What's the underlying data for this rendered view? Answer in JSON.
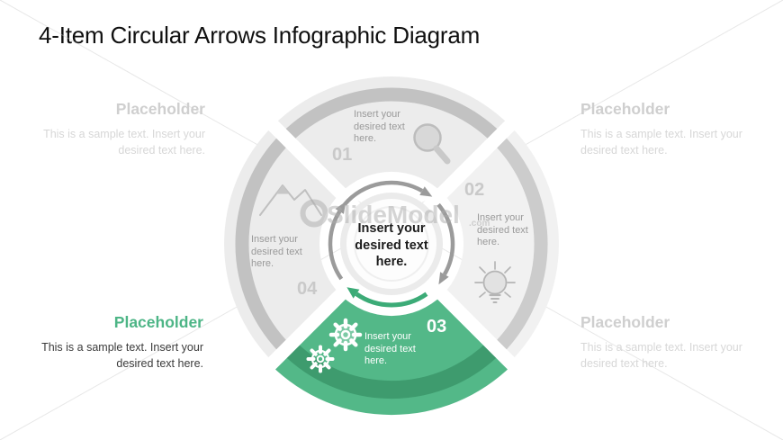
{
  "slide": {
    "title": "4-Item Circular Arrows Infographic Diagram"
  },
  "placeholders": {
    "top_left": {
      "heading": "Placeholder",
      "body": "This is a sample text. Insert your desired text here."
    },
    "top_right": {
      "heading": "Placeholder",
      "body": "This is a sample text. Insert your desired text here."
    },
    "bottom_left": {
      "heading": "Placeholder",
      "body": "This is a sample text. Insert your desired text here."
    },
    "bottom_right": {
      "heading": "Placeholder",
      "body": "This is a sample text. Insert your desired text here."
    }
  },
  "diagram": {
    "type": "4-item circular arrows cycle",
    "center_text": "Insert your desired text here.",
    "items": [
      {
        "number": "01",
        "label": "Insert your desired text here.",
        "icon": "magnifier-icon",
        "position": "top",
        "highlighted": false
      },
      {
        "number": "02",
        "label": "Insert your desired text here.",
        "icon": "lightbulb-icon",
        "position": "right",
        "highlighted": false
      },
      {
        "number": "03",
        "label": "Insert your desired text here.",
        "icon": "gears-icon",
        "position": "bottom",
        "highlighted": true
      },
      {
        "number": "04",
        "label": "Insert your desired text here.",
        "icon": "mountains-icon",
        "position": "left",
        "highlighted": false
      }
    ],
    "colors": {
      "highlight_body": "#53b888",
      "highlight_band": "#3e9b6e",
      "highlight_arrow": "#3cab77",
      "highlight_heading": "#4db586",
      "gray_body": "#ededed",
      "gray_band": "#c3c3c3",
      "gray_arrow": "#9b9b9b",
      "number_gray": "#c9c9c9",
      "label_gray": "#9a9a9a"
    }
  },
  "watermark": {
    "text": "SlideModel",
    "suffix": ".com"
  }
}
